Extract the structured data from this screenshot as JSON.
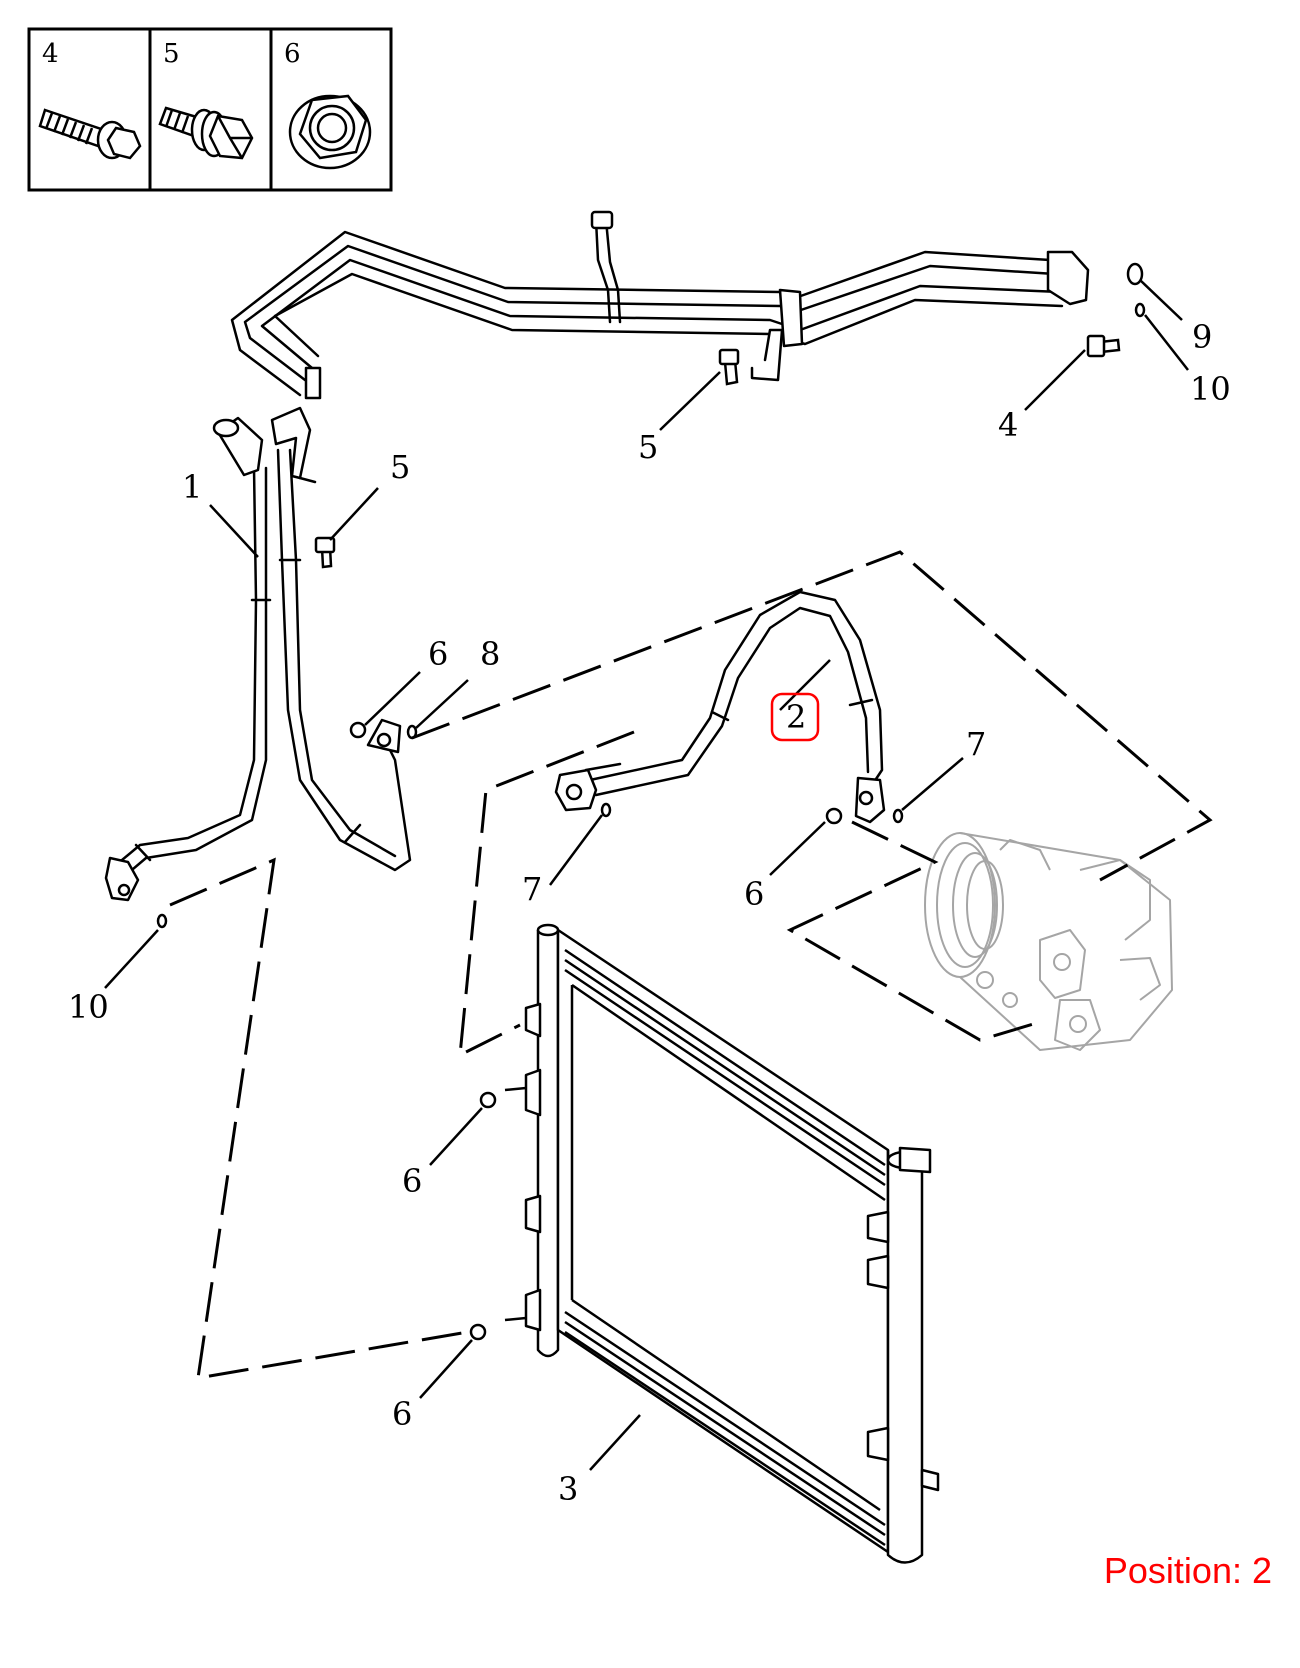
{
  "legend": {
    "items": [
      {
        "number": "4",
        "icon": "flange-bolt-icon"
      },
      {
        "number": "5",
        "icon": "washer-bolt-icon"
      },
      {
        "number": "6",
        "icon": "flange-nut-icon"
      }
    ]
  },
  "callouts": {
    "c1": "1",
    "c2": "2",
    "c3": "3",
    "c4": "4",
    "c5a": "5",
    "c5b": "5",
    "c6a": "6",
    "c6b": "6",
    "c6c": "6",
    "c6d": "6",
    "c7a": "7",
    "c7b": "7",
    "c8": "8",
    "c9": "9",
    "c10a": "10",
    "c10b": "10"
  },
  "highlighted_callout": "2",
  "highlight_color": "#ff0000",
  "position_text": "Position: 2"
}
